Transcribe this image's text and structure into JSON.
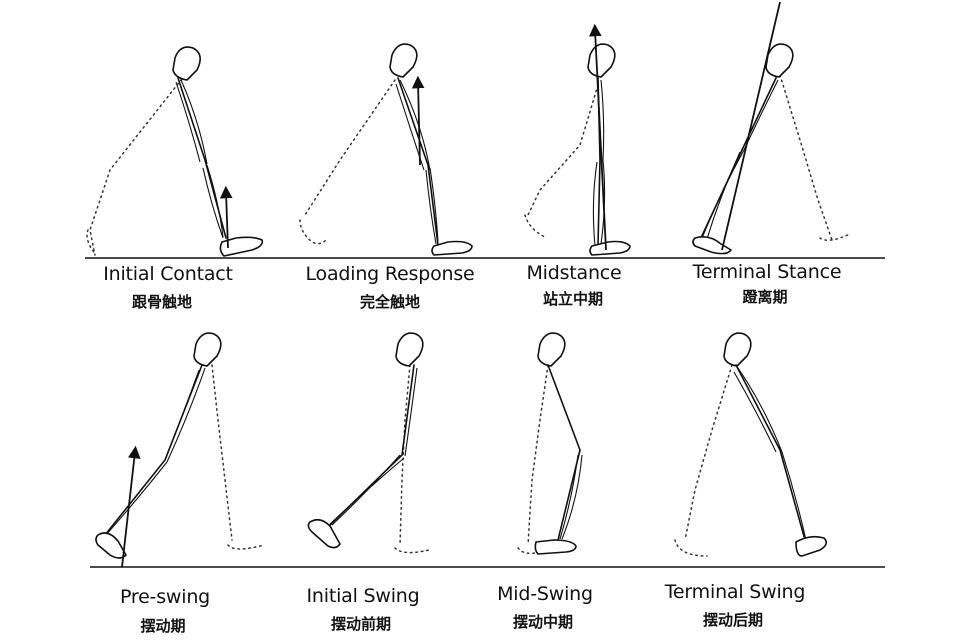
{
  "phases": [
    {
      "id": "initial-contact",
      "name_en": "Initial Contact",
      "name_zh": "跟骨触地"
    },
    {
      "id": "loading-response",
      "name_en": "Loading Response",
      "name_zh": "完全触地"
    },
    {
      "id": "midstance",
      "name_en": "Midstance",
      "name_zh": "站立中期"
    },
    {
      "id": "terminal-stance",
      "name_en": "Terminal Stance",
      "name_zh": "蹬离期"
    },
    {
      "id": "pre-swing",
      "name_en": "Pre-swing",
      "name_zh": "摆动期"
    },
    {
      "id": "initial-swing",
      "name_en": "Initial Swing",
      "name_zh": "摆动前期"
    },
    {
      "id": "mid-swing",
      "name_en": "Mid-Swing",
      "name_zh": "摆动中期"
    },
    {
      "id": "terminal-swing",
      "name_en": "Terminal Swing",
      "name_zh": "摆动后期"
    }
  ]
}
